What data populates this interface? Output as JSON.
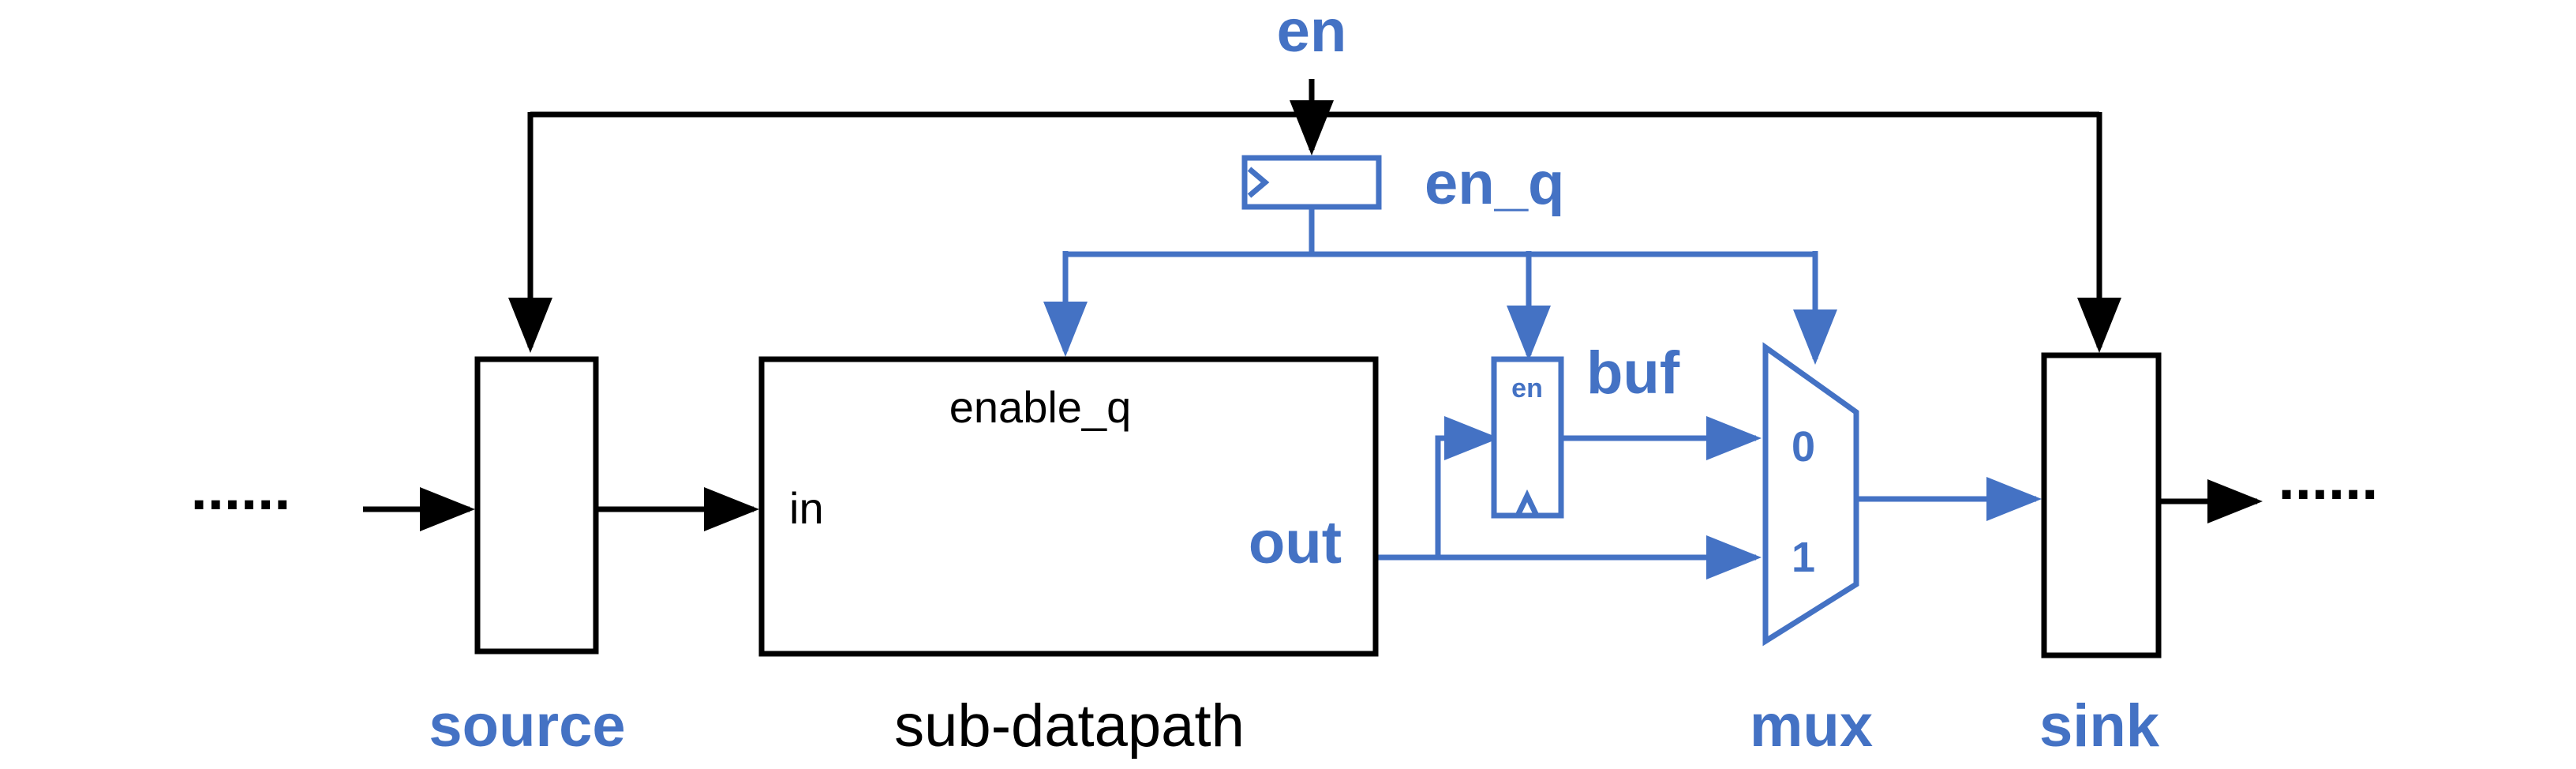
{
  "colors": {
    "accent": "#4472c4",
    "ink": "#000000",
    "background": "#ffffff"
  },
  "labels": {
    "en": "en",
    "en_q": "en_q",
    "buf": "buf",
    "buf_en": "en",
    "enable_q": "enable_q",
    "in": "in",
    "out": "out",
    "mux_0": "0",
    "mux_1": "1",
    "source": "source",
    "sub_datapath": "sub-datapath",
    "mux": "mux",
    "sink": "sink",
    "dots_left": "......",
    "dots_right": "......"
  }
}
